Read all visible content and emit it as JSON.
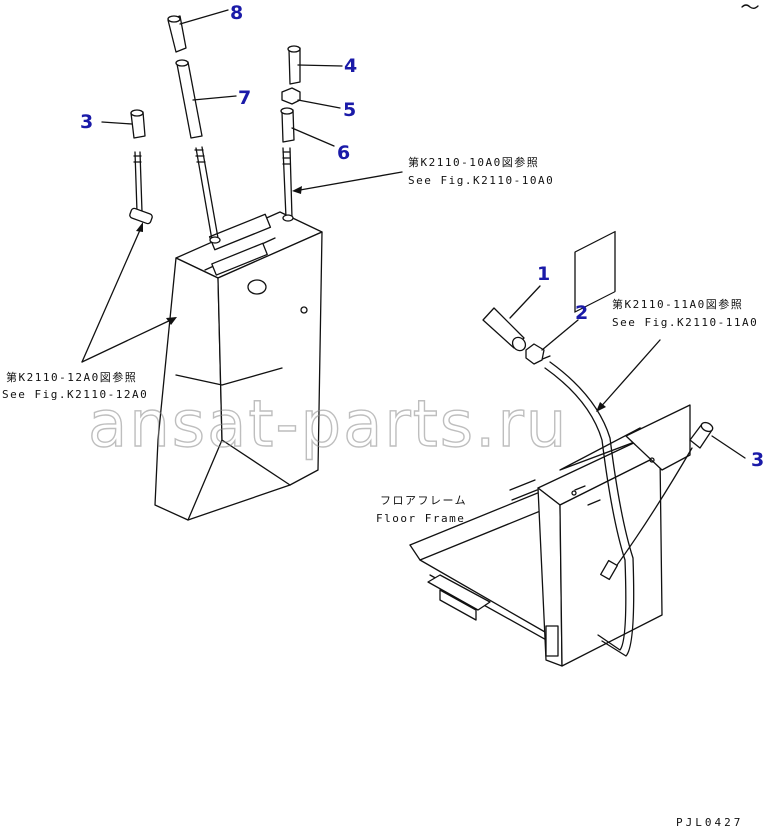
{
  "callouts": {
    "c8": "8",
    "c7": "7",
    "c4": "4",
    "c5": "5",
    "c6": "6",
    "c3a": "3",
    "c1": "1",
    "c2": "2",
    "c3b": "3"
  },
  "references": {
    "fig10_jp": "第K2110-10A0図参照",
    "fig10_en": "See Fig.K2110-10A0",
    "fig11_jp": "第K2110-11A0図参照",
    "fig11_en": "See Fig.K2110-11A0",
    "fig12_jp": "第K2110-12A0図参照",
    "fig12_en": "See Fig.K2110-12A0",
    "floor_jp": "フロアフレーム",
    "floor_en": "Floor Frame"
  },
  "watermark": "ansat-parts.ru",
  "drawing_code": "PJL0427",
  "colors": {
    "callout": "#1a1aa8",
    "line": "#111111",
    "watermark": "#8a8a8a"
  }
}
